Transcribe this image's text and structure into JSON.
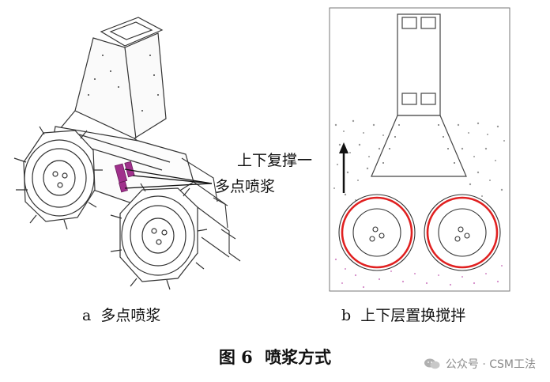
{
  "left_panel": {
    "annotation": "多点喷浆",
    "label": "a  多点喷浆"
  },
  "right_panel": {
    "annotation": "上下复撑一",
    "label": "b  上下层置换搅拌"
  },
  "caption": {
    "number": "图 6",
    "title": "喷浆方式"
  },
  "watermark": {
    "text": "公众号 · CSM工法",
    "icon": "wechat-icon"
  },
  "colors": {
    "line": "#333333",
    "nozzle": "#a0308c",
    "ring": "#e02020",
    "gravel": "#8a8a8a",
    "slurry": "#d48ac8"
  }
}
